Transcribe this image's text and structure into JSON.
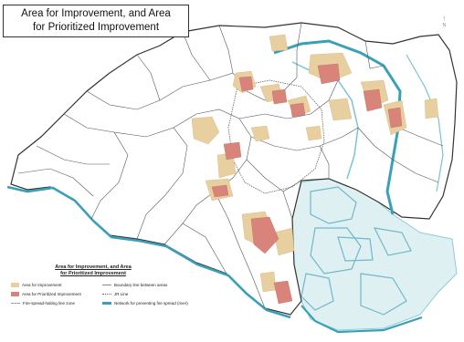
{
  "title": {
    "line1": "Area for Improvement, and Area",
    "line2": "for Prioritized Improvement"
  },
  "legend": {
    "title_line1": "Area for Improvement, and Area",
    "title_line2": "for Prioritized Improvement",
    "items": [
      {
        "label": "Area for Improvement",
        "color": "#e8cfa0",
        "kind": "fill"
      },
      {
        "label": "Area for Prioritized Improvement",
        "color": "#d9847a",
        "kind": "fill"
      },
      {
        "label": "Fire-spread-halting line zone",
        "color": "#999999",
        "kind": "dash"
      },
      {
        "label": "Boundary line between areas",
        "color": "#888888",
        "kind": "line"
      },
      {
        "label": "JR Line",
        "color": "#666666",
        "kind": "line"
      },
      {
        "label": "Network for preventing fire spread (river)",
        "color": "#3aa0b8",
        "kind": "thick"
      }
    ]
  },
  "colors": {
    "improvement": "#e8cfa0",
    "prioritized": "#d9847a",
    "river": "#3aa0b8",
    "bay": "#bfe3ea",
    "boundary": "#333333"
  },
  "compass": "N"
}
